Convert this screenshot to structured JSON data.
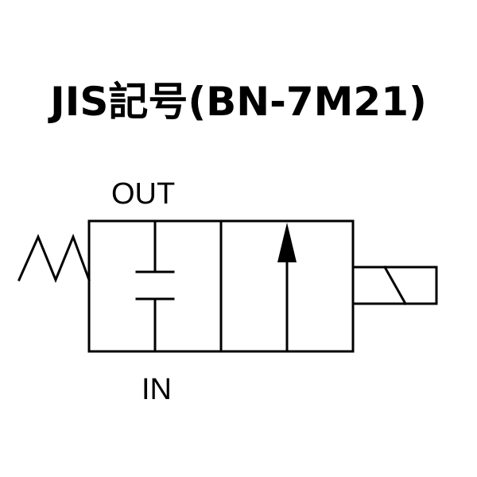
{
  "title": "JIS記号(BN-7M21)",
  "ports": {
    "out": "OUT",
    "in": "IN"
  },
  "symbol": {
    "stroke_color": "#000000",
    "background": "#ffffff",
    "elements": [
      "spring-icon",
      "closed-port-icon",
      "flow-arrow-icon",
      "solenoid-icon"
    ]
  }
}
